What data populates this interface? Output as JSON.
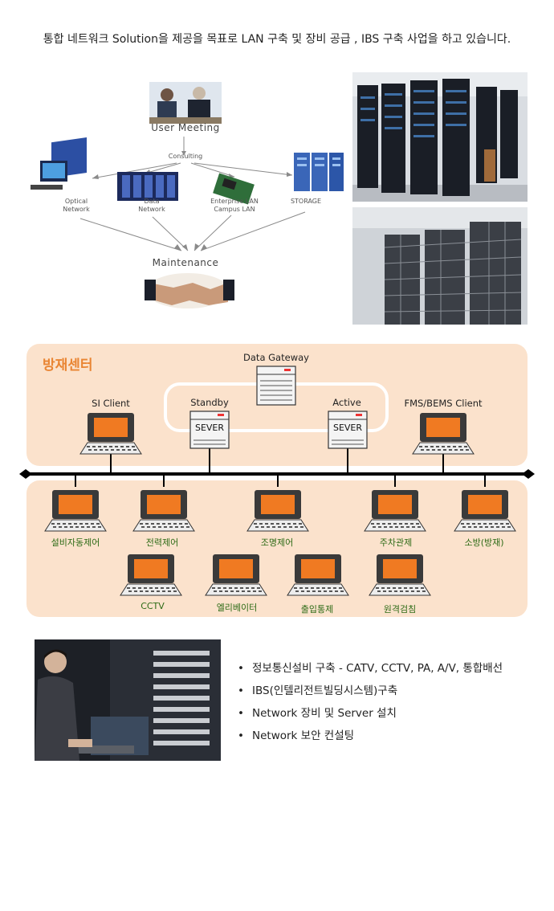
{
  "intro": "통합 네트워크 Solution을 제공을 목표로 LAN 구축 및 장비 공급 , IBS 구축 사업을  하고 있습니다.",
  "process": {
    "user_meeting": "User Meeting",
    "consulting": "Consulting",
    "optical": "Optical\nNetwork",
    "data": "Data\nNetwork",
    "enterprise": "Enterprise LAN\nCampus LAN",
    "storage": "STORAGE",
    "maintenance": "Maintenance"
  },
  "control_center": {
    "title": "방재센터",
    "gateway": "Data Gateway",
    "si_client": "SI Client",
    "standby": "Standby",
    "active": "Active",
    "server_text": "SEVER",
    "fms_client": "FMS/BEMS Client"
  },
  "terminals_row1": [
    "설비자동제어",
    "전력제어",
    "조명제어",
    "주차관제",
    "소방(방재)"
  ],
  "terminals_row2": [
    "CCTV",
    "엘리베이터",
    "출입통제",
    "원격검침"
  ],
  "bullets": [
    "정보통신설비 구축  -  CATV, CCTV, PA, A/V, 통합배선",
    "IBS(인텔리전트빌딩시스템)구축",
    "Network 장비 및 Server 설치",
    "Network 보안 컨설팅"
  ],
  "colors": {
    "panel": "#fbe2cc",
    "title": "#e98533",
    "screen": "#f07a22",
    "label_green": "#2d6b16"
  }
}
